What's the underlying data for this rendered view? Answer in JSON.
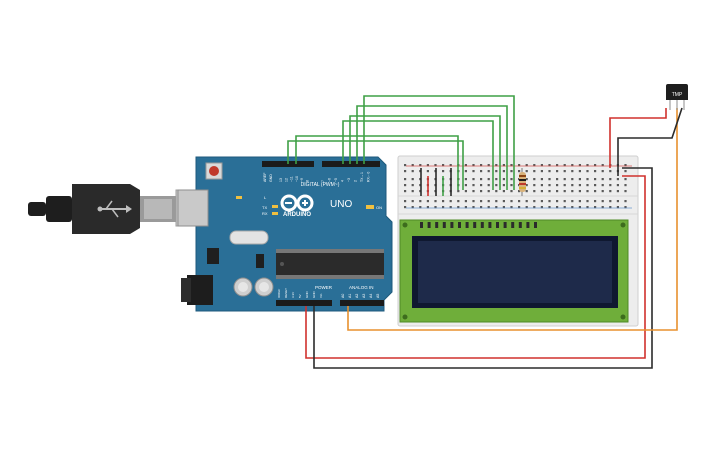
{
  "board": {
    "aref_label": "AREF",
    "gnd_label": "GND",
    "digital_label": "DIGITAL (PWM~)",
    "pin_labels": [
      "13",
      "12",
      "~11",
      "~10",
      "~9",
      "8",
      "7",
      "~6",
      "~5",
      "4",
      "~3",
      "2",
      "TX→1",
      "RX←0"
    ],
    "brand": "ARDUINO",
    "model": "UNO",
    "power_label": "POWER",
    "analog_label": "ANALOG IN",
    "power_pins": [
      "IOREF",
      "RESET",
      "3.3V",
      "5V",
      "GND",
      "GND",
      "Vin"
    ],
    "analog_pins": [
      "A0",
      "A1",
      "A2",
      "A3",
      "A4",
      "A5"
    ],
    "tx_label": "TX",
    "rx_label": "RX",
    "l_label": "L",
    "on_label": "ON"
  },
  "sensor": {
    "label": "TMP"
  },
  "colors": {
    "board": "#2a6f97",
    "board_dark": "#1f5a7c",
    "wire_green": "#3fa046",
    "wire_red": "#d0312d",
    "wire_black": "#2b2b2b",
    "wire_orange": "#e8912e",
    "lcd_pcb": "#6fae3a",
    "lcd_screen": "#1e2a4a",
    "breadboard": "#eeeeee"
  }
}
